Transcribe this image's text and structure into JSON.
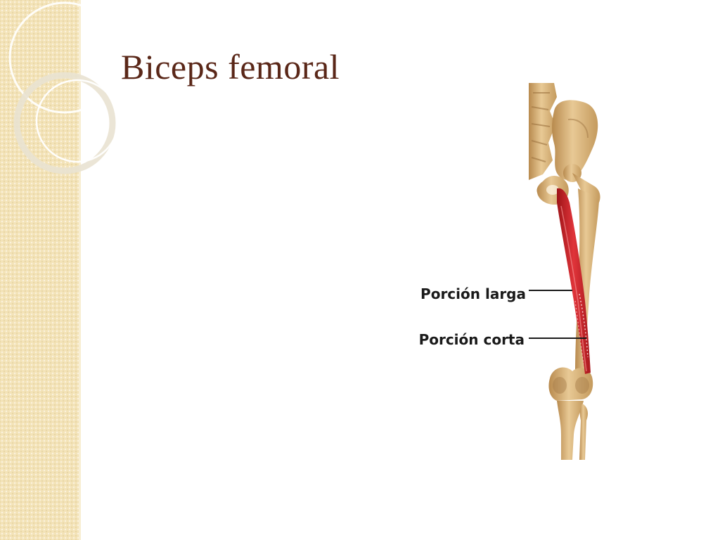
{
  "slide": {
    "title": "Biceps femoral"
  },
  "figure": {
    "labels": {
      "long_head": "Porción larga",
      "short_head": "Porción corta"
    }
  },
  "colors": {
    "title": "#5a2718",
    "side_band": "#f3e3b8",
    "bone": "#d9b27a",
    "muscle": "#c8242a"
  }
}
